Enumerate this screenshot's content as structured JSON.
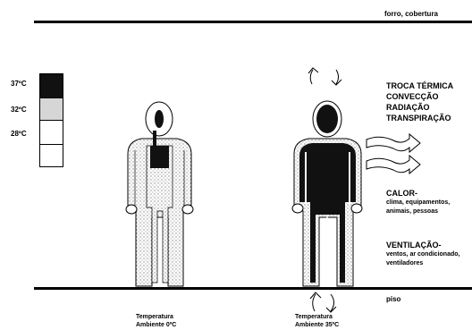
{
  "labels": {
    "ceiling": "forro, cobertura",
    "floor": "piso",
    "temp_37": "37ºC",
    "temp_32": "32ºC",
    "temp_28": "28ºC",
    "left_caption_line1": "Temperatura",
    "left_caption_line2": "Ambiente 0ºC",
    "right_caption_line1": "Temperatura",
    "right_caption_line2": "Ambiente 35ºC",
    "thermal_exchange": [
      "TROCA TÉRMICA",
      "CONVECÇÃO",
      "RADIAÇÃO",
      "TRANSPIRAÇÃO"
    ],
    "heat_title": "CALOR-",
    "heat_sub": [
      "clima, equipamentos,",
      "animais, pessoas"
    ],
    "vent_title": "VENTILAÇÃO-",
    "vent_sub": [
      "ventos, ar condicionado,",
      "ventiladores"
    ]
  },
  "colors": {
    "hot": "#111111",
    "warm": "#cfcfcf",
    "cool": "#ffffff",
    "line": "#000000"
  }
}
